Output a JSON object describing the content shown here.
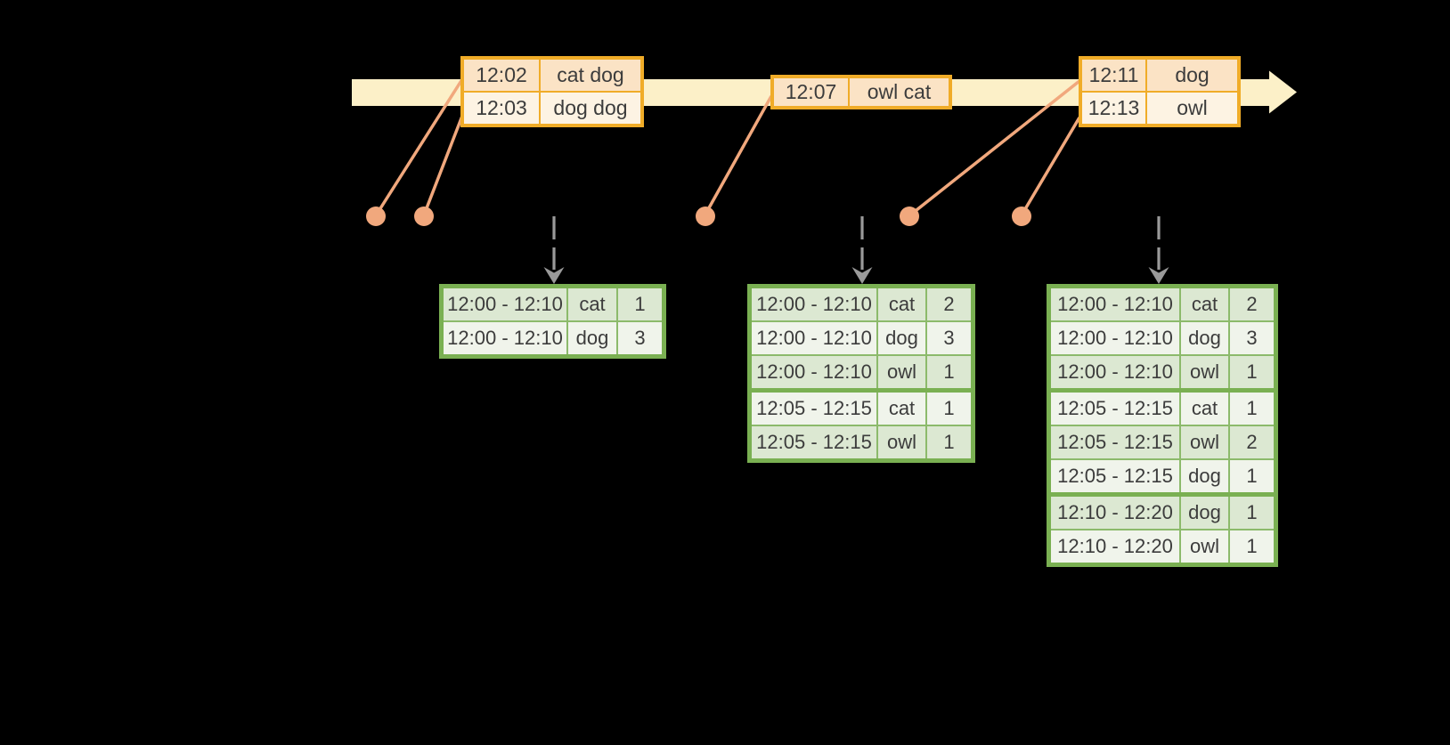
{
  "colors": {
    "bg": "#000000",
    "timeline": "#FCF0C8",
    "event-border": "#F0AC28",
    "event-dark": "#FBE3C5",
    "event-light": "#FDF3E3",
    "result-border": "#7AB052",
    "result-sep": "#8CBA6B",
    "result-dark": "#DCE8D2",
    "result-light": "#F0F4EB",
    "marker": "#F1A87D",
    "gray": "#9A9A9A",
    "text": "#3C3C3C"
  },
  "event_tables": [
    {
      "rows": [
        {
          "time": "12:02",
          "words": "cat dog"
        },
        {
          "time": "12:03",
          "words": "dog dog"
        }
      ]
    },
    {
      "rows": [
        {
          "time": "12:07",
          "words": "owl cat"
        }
      ]
    },
    {
      "rows": [
        {
          "time": "12:11",
          "words": "dog"
        },
        {
          "time": "12:13",
          "words": "owl"
        }
      ]
    }
  ],
  "result_tables": [
    {
      "groups": [
        {
          "rows": [
            {
              "window": "12:00 - 12:10",
              "word": "cat",
              "count": "1"
            },
            {
              "window": "12:00 - 12:10",
              "word": "dog",
              "count": "3"
            }
          ]
        }
      ]
    },
    {
      "groups": [
        {
          "rows": [
            {
              "window": "12:00 - 12:10",
              "word": "cat",
              "count": "2"
            },
            {
              "window": "12:00 - 12:10",
              "word": "dog",
              "count": "3"
            },
            {
              "window": "12:00 - 12:10",
              "word": "owl",
              "count": "1"
            }
          ]
        },
        {
          "rows": [
            {
              "window": "12:05 - 12:15",
              "word": "cat",
              "count": "1"
            },
            {
              "window": "12:05 - 12:15",
              "word": "owl",
              "count": "1"
            }
          ]
        }
      ]
    },
    {
      "groups": [
        {
          "rows": [
            {
              "window": "12:00 - 12:10",
              "word": "cat",
              "count": "2"
            },
            {
              "window": "12:00 - 12:10",
              "word": "dog",
              "count": "3"
            },
            {
              "window": "12:00 - 12:10",
              "word": "owl",
              "count": "1"
            }
          ]
        },
        {
          "rows": [
            {
              "window": "12:05 - 12:15",
              "word": "cat",
              "count": "1"
            },
            {
              "window": "12:05 - 12:15",
              "word": "owl",
              "count": "2"
            },
            {
              "window": "12:05 - 12:15",
              "word": "dog",
              "count": "1"
            }
          ]
        },
        {
          "rows": [
            {
              "window": "12:10 - 12:20",
              "word": "dog",
              "count": "1"
            },
            {
              "window": "12:10 - 12:20",
              "word": "owl",
              "count": "1"
            }
          ]
        }
      ]
    }
  ]
}
